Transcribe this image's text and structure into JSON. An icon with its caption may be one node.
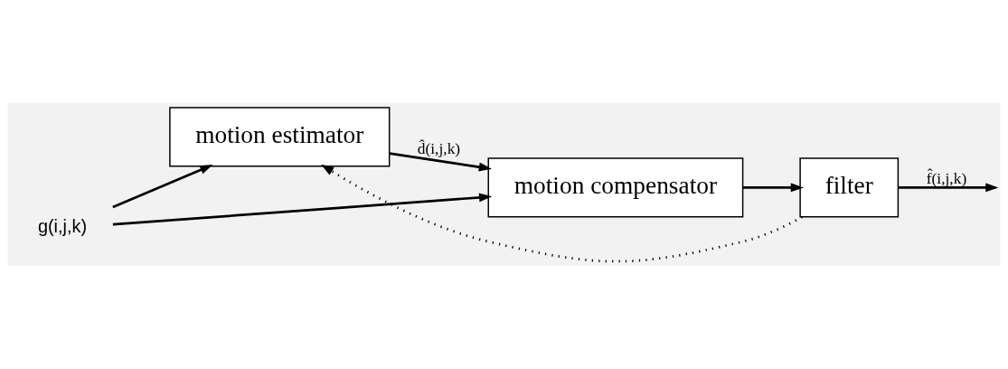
{
  "diagram": {
    "nodes": [
      {
        "text": [
          "g(i,j,k)"
        ]
      },
      {
        "text": [
          "motion estimator"
        ]
      },
      {
        "text": [
          "motion compensator"
        ]
      },
      {
        "text": [
          "filter"
        ]
      }
    ],
    "edges": [
      {
        "from": 0,
        "to": 1,
        "arrow": "to"
      },
      {
        "from": 0,
        "to": 2,
        "arrow": "to"
      },
      {
        "from": 1,
        "to": 2,
        "arrow": "to",
        "label": "d̂(i,j,k)"
      },
      {
        "from": 2,
        "to": 3,
        "arrow": "to"
      },
      {
        "from": 3,
        "to": null,
        "arrow": "to",
        "label": "f̂(i,j,k)"
      },
      {
        "from": 3,
        "to": 1,
        "arrow": "to",
        "style": "dashed"
      }
    ]
  }
}
